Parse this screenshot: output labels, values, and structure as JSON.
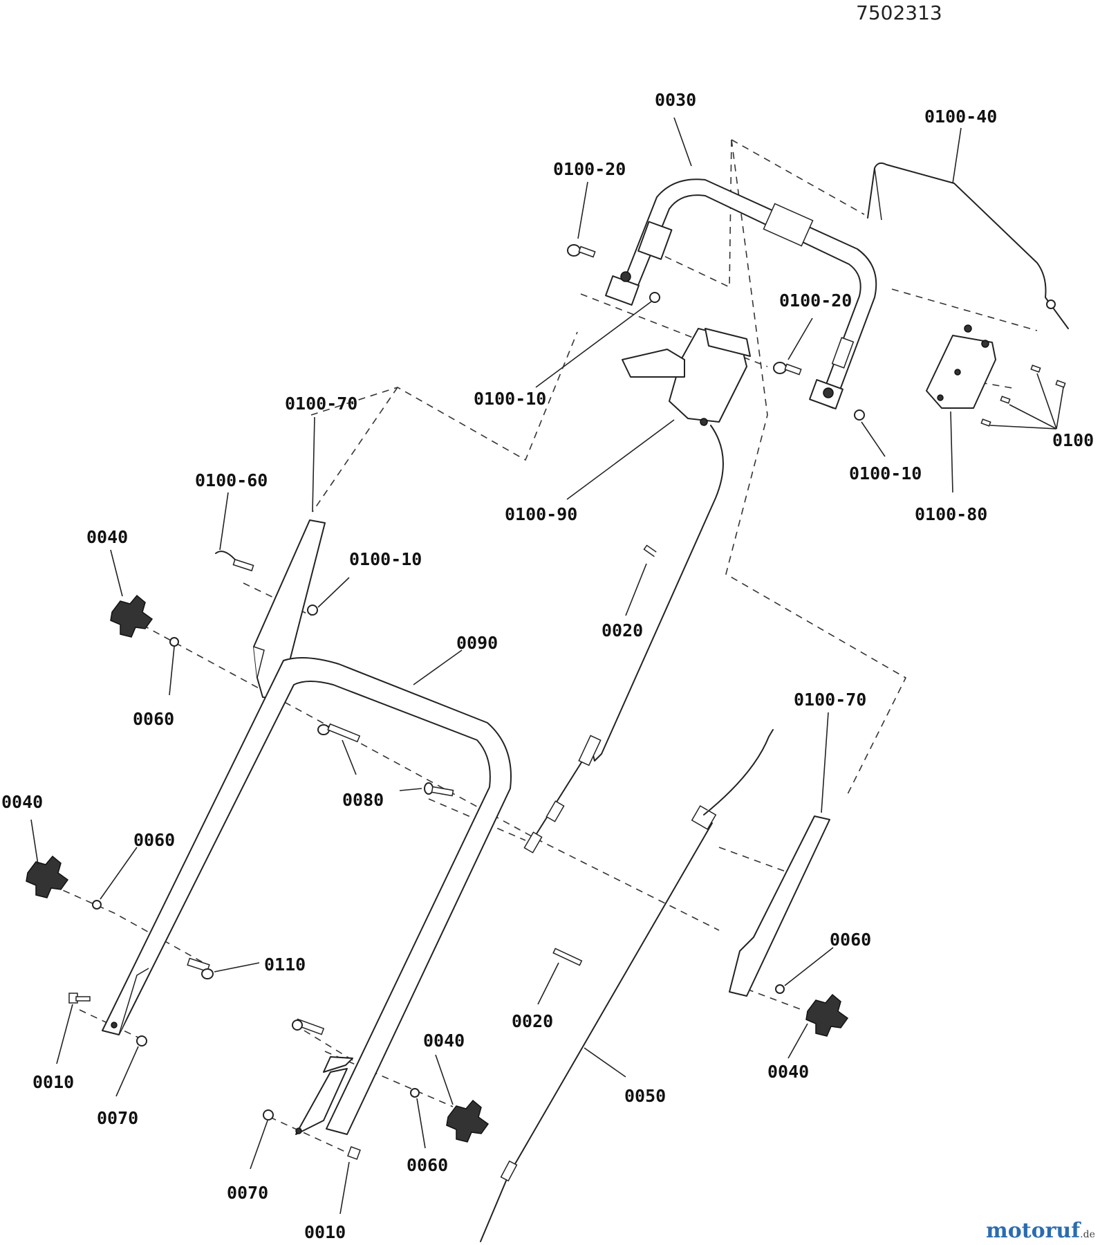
{
  "document_number": "7502313",
  "watermark": {
    "text": "motoruf",
    "suffix": ".de"
  },
  "callouts": [
    {
      "id": "c-0030",
      "label": "0030"
    },
    {
      "id": "c-0100-40",
      "label": "0100-40"
    },
    {
      "id": "c-0100-20a",
      "label": "0100-20"
    },
    {
      "id": "c-0100-20b",
      "label": "0100-20"
    },
    {
      "id": "c-0100-10a",
      "label": "0100-10"
    },
    {
      "id": "c-0100-10b",
      "label": "0100-10"
    },
    {
      "id": "c-0100-10c",
      "label": "0100-10"
    },
    {
      "id": "c-0100",
      "label": "0100"
    },
    {
      "id": "c-0100-80",
      "label": "0100-80"
    },
    {
      "id": "c-0100-90",
      "label": "0100-90"
    },
    {
      "id": "c-0100-70a",
      "label": "0100-70"
    },
    {
      "id": "c-0100-70b",
      "label": "0100-70"
    },
    {
      "id": "c-0100-60",
      "label": "0100-60"
    },
    {
      "id": "c-0040a",
      "label": "0040"
    },
    {
      "id": "c-0040b",
      "label": "0040"
    },
    {
      "id": "c-0040c",
      "label": "0040"
    },
    {
      "id": "c-0040d",
      "label": "0040"
    },
    {
      "id": "c-0060a",
      "label": "0060"
    },
    {
      "id": "c-0060b",
      "label": "0060"
    },
    {
      "id": "c-0060c",
      "label": "0060"
    },
    {
      "id": "c-0060d",
      "label": "0060"
    },
    {
      "id": "c-0020a",
      "label": "0020"
    },
    {
      "id": "c-0020b",
      "label": "0020"
    },
    {
      "id": "c-0090",
      "label": "0090"
    },
    {
      "id": "c-0080",
      "label": "0080"
    },
    {
      "id": "c-0110",
      "label": "0110"
    },
    {
      "id": "c-0010a",
      "label": "0010"
    },
    {
      "id": "c-0010b",
      "label": "0010"
    },
    {
      "id": "c-0070a",
      "label": "0070"
    },
    {
      "id": "c-0070b",
      "label": "0070"
    },
    {
      "id": "c-0050",
      "label": "0050"
    }
  ]
}
